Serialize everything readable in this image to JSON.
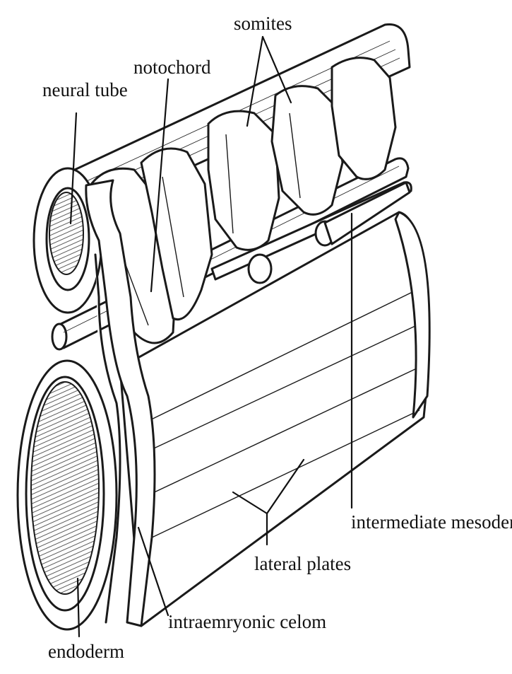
{
  "labels": {
    "somites": "somites",
    "notochord": "notochord",
    "neural_tube": "neural tube",
    "intermediate_mesoderm": "intermediate mesoderm",
    "lateral_plates": "lateral plates",
    "intraembryonic_celom": "intraemryonic celom",
    "endoderm": "endoderm"
  }
}
